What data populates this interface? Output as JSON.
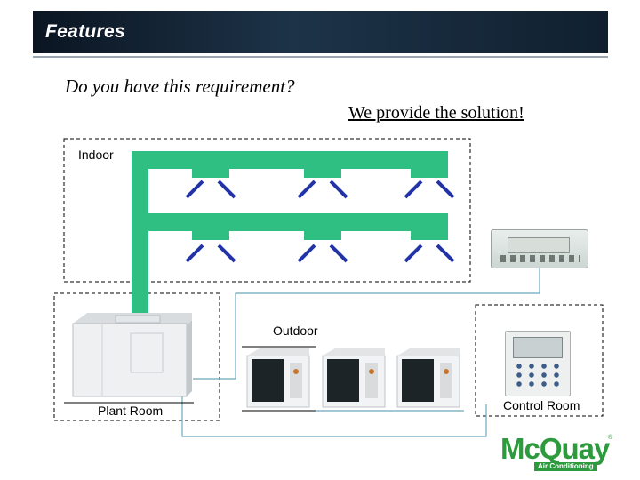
{
  "header": {
    "title": "Features"
  },
  "question": "Do you have this requirement?",
  "solution": "We provide the solution!",
  "labels": {
    "indoor": "Indoor",
    "outdoor": "Outdoor",
    "plant_room": "Plant Room",
    "control_room": "Control Room"
  },
  "logo": {
    "name": "McQuay",
    "tagline": "Air Conditioning",
    "mark": "®"
  },
  "colors": {
    "duct": "#2fbf82",
    "diffuser": "#2233a8",
    "line": "#6aa6bd",
    "header": "#10202f",
    "brand": "#2e9a3e"
  }
}
